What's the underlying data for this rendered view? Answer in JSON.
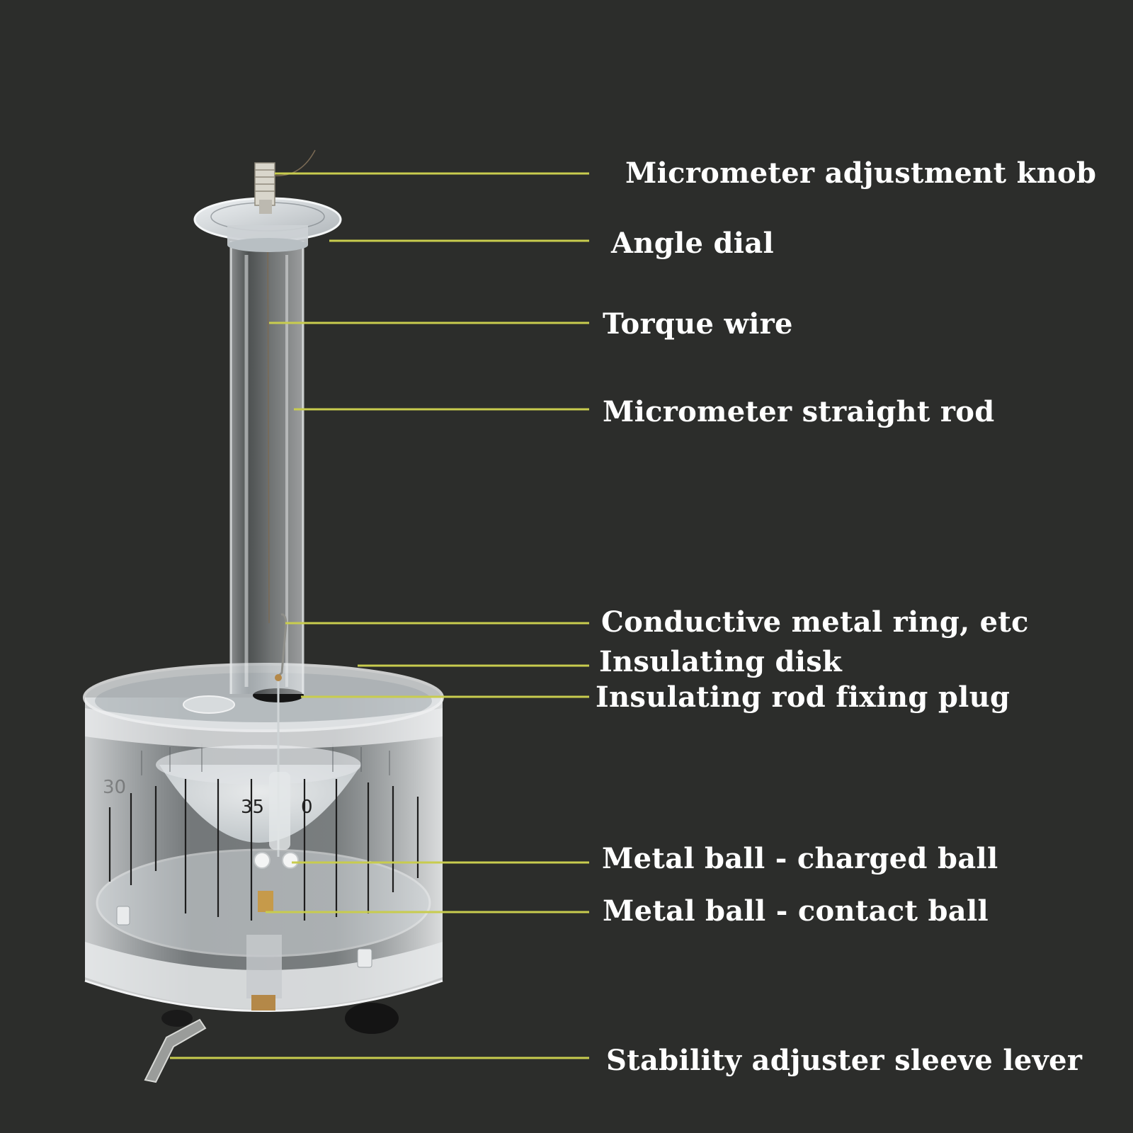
{
  "colors": {
    "background": "#2c2d2b",
    "leader_line": "#c8cc4e",
    "label_text": "#ffffff"
  },
  "scale_numbers": {
    "primary": "35",
    "secondary": "0",
    "faint": "30"
  },
  "callouts": [
    {
      "id": "micrometer-adjustment-knob",
      "label": "Micrometer adjustment knob"
    },
    {
      "id": "angle-dial",
      "label": "Angle dial"
    },
    {
      "id": "torque-wire",
      "label": "Torque wire"
    },
    {
      "id": "micrometer-straight-rod",
      "label": "Micrometer straight rod"
    },
    {
      "id": "conductive-metal-ring",
      "label": "Conductive metal ring, etc"
    },
    {
      "id": "insulating-disk",
      "label": "Insulating disk"
    },
    {
      "id": "insulating-rod-fixing-plug",
      "label": "Insulating rod fixing plug"
    },
    {
      "id": "metal-ball-charged",
      "label": "Metal ball - charged ball"
    },
    {
      "id": "metal-ball-contact",
      "label": "Metal ball - contact ball"
    },
    {
      "id": "stability-adjuster-sleeve-lever",
      "label": "Stability adjuster sleeve lever"
    }
  ]
}
